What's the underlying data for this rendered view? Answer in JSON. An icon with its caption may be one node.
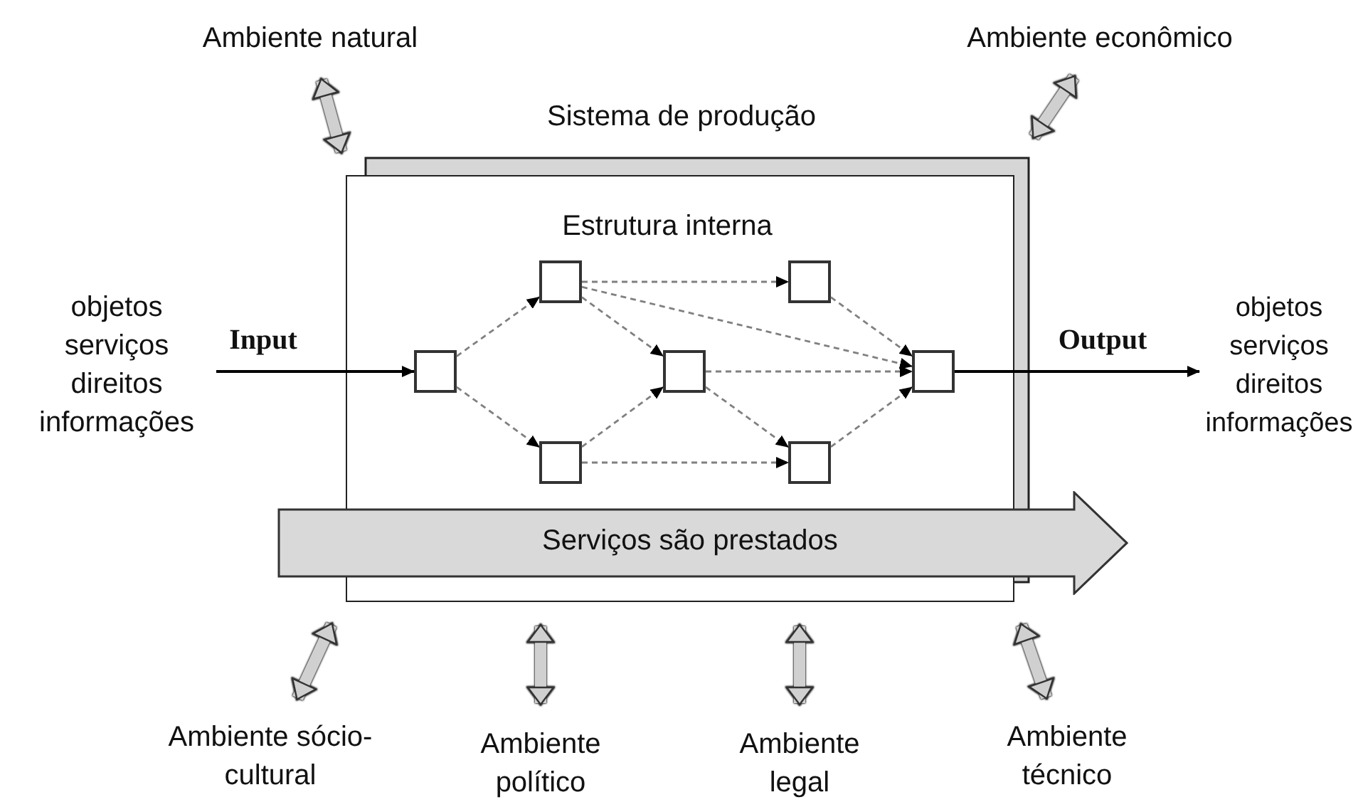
{
  "diagram": {
    "nodes": [
      {
        "text": [
          "Ambiente natural"
        ]
      },
      {
        "text": [
          "Ambiente econômico"
        ]
      },
      {
        "text": [
          "Sistema de produção"
        ]
      },
      {
        "text": [],
        "shape": "box",
        "in": 2
      },
      {
        "text": [],
        "shape": "box",
        "in": 2
      },
      {
        "text": [],
        "shape": "box",
        "in": 2
      },
      {
        "text": [],
        "shape": "box",
        "in": 2
      },
      {
        "text": [],
        "shape": "box",
        "in": 2
      },
      {
        "text": [],
        "shape": "box",
        "in": 2
      },
      {
        "text": [],
        "shape": "box",
        "in": 2
      },
      {
        "text": [
          "objetos serviços direitos informações"
        ]
      },
      {
        "text": [
          "objetos serviços direitos informações"
        ]
      },
      {
        "text": [
          "Serviços são prestados"
        ]
      },
      {
        "text": [
          "Ambiente sócio-cultural"
        ]
      },
      {
        "text": [
          "Ambiente político"
        ]
      },
      {
        "text": [
          "Ambiente legal"
        ]
      },
      {
        "text": [
          "Ambiente técnico"
        ]
      }
    ],
    "edges": [
      {
        "from": 10,
        "to": 3,
        "arrow": "to",
        "label": "Input",
        "color": "#000000"
      },
      {
        "from": 3,
        "to": 4,
        "arrow": "to",
        "style": "dashed"
      },
      {
        "from": 3,
        "to": 5,
        "arrow": "to",
        "style": "dashed"
      },
      {
        "from": 4,
        "to": 7,
        "arrow": "to",
        "style": "dashed"
      },
      {
        "from": 4,
        "to": 6,
        "arrow": "to",
        "style": "dashed"
      },
      {
        "from": 4,
        "to": 9,
        "arrow": "to",
        "style": "dashed"
      },
      {
        "from": 5,
        "to": 6,
        "arrow": "to",
        "style": "dashed"
      },
      {
        "from": 5,
        "to": 8,
        "arrow": "to",
        "style": "dashed"
      },
      {
        "from": 6,
        "to": 9,
        "arrow": "to",
        "style": "dashed"
      },
      {
        "from": 6,
        "to": 8,
        "arrow": "to",
        "style": "dashed"
      },
      {
        "from": 7,
        "to": 9,
        "arrow": "to",
        "style": "dashed"
      },
      {
        "from": 8,
        "to": 9,
        "arrow": "to",
        "style": "dashed"
      },
      {
        "from": 9,
        "to": 11,
        "arrow": "to",
        "label": "Output",
        "color": "#000000"
      },
      {
        "from": 0,
        "to": 2,
        "arrow": "both",
        "style": "thick",
        "color": "#d0d0d0"
      },
      {
        "from": 1,
        "to": 2,
        "arrow": "both",
        "style": "thick",
        "color": "#d0d0d0"
      },
      {
        "from": 13,
        "to": 2,
        "arrow": "both",
        "style": "thick",
        "color": "#d0d0d0"
      },
      {
        "from": 14,
        "to": 2,
        "arrow": "both",
        "style": "thick",
        "color": "#d0d0d0"
      },
      {
        "from": 15,
        "to": 2,
        "arrow": "both",
        "style": "thick",
        "color": "#d0d0d0"
      },
      {
        "from": 16,
        "to": 2,
        "arrow": "both",
        "style": "thick",
        "color": "#d0d0d0"
      }
    ],
    "labels": [
      "Estrutura interna"
    ]
  }
}
